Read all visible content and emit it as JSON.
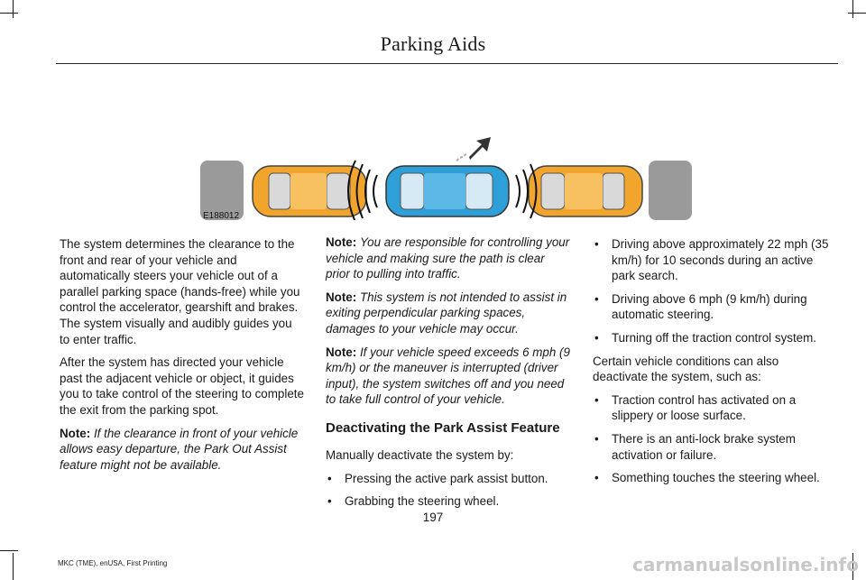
{
  "header": {
    "title": "Parking Aids"
  },
  "figure": {
    "code": "E188012"
  },
  "col1": {
    "p1": "The system determines the clearance to the front and rear of your vehicle and automatically steers your vehicle out of a parallel parking space (hands-free) while you control the accelerator, gearshift and brakes. The system visually and audibly guides you to enter traffic.",
    "p2": "After the system has directed your vehicle past the adjacent vehicle or object, it guides you to take control of the steering to complete the exit from the parking spot.",
    "note_label": "Note:",
    "note": "If the clearance in front of your vehicle allows easy departure, the Park Out Assist feature might not be available."
  },
  "col2": {
    "note1_label": "Note:",
    "note1": "You are responsible for controlling your vehicle and making sure the path is clear prior to pulling into traffic.",
    "note2_label": "Note:",
    "note2": "This system is not intended to assist in exiting perpendicular parking spaces, damages to your vehicle may occur.",
    "note3_label": "Note:",
    "note3": "If your vehicle speed exceeds 6 mph (9 km/h) or the maneuver is interrupted (driver input), the system switches off and you need to take full control of your vehicle.",
    "heading": "Deactivating the Park Assist Feature",
    "intro": "Manually deactivate the system by:",
    "bullets": [
      "Pressing the active park assist button.",
      "Grabbing the steering wheel."
    ]
  },
  "col3": {
    "bullets1": [
      "Driving above approximately 22 mph (35 km/h) for 10 seconds during an active park search.",
      "Driving above 6 mph (9 km/h) during automatic steering.",
      "Turning off the traction control system."
    ],
    "intro": "Certain vehicle conditions can also deactivate the system, such as:",
    "bullets2": [
      "Traction control has activated on a slippery or loose surface.",
      "There is an anti-lock brake system activation or failure.",
      "Something touches the steering wheel."
    ]
  },
  "page_number": "197",
  "footer": "MKC (TME), enUSA, First Printing",
  "watermark": "carmanualsonline.info",
  "colors": {
    "orange_car": "#f2a52c",
    "blue_car": "#2f9fd8",
    "curb": "#9a9a9a"
  }
}
